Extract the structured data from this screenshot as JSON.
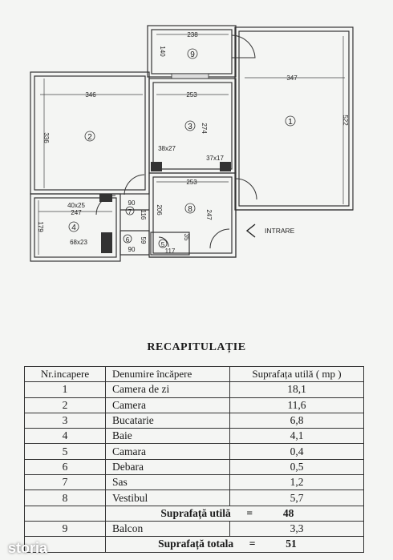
{
  "plan": {
    "rooms": [
      {
        "num": "1"
      },
      {
        "num": "2"
      },
      {
        "num": "3"
      },
      {
        "num": "4"
      },
      {
        "num": "5"
      },
      {
        "num": "6"
      },
      {
        "num": "7"
      },
      {
        "num": "8"
      },
      {
        "num": "9"
      }
    ],
    "dims": {
      "balcony_w": "238",
      "balcony_h": "140",
      "living_w": "347",
      "living_h": "522",
      "room2_w": "346",
      "room2_h": "336",
      "kitchen_w": "253",
      "kitchen_h": "274",
      "duct_kitchen": "38x27",
      "duct_hall": "37x17",
      "hall_w": "253",
      "hall_h1": "206",
      "hall_h2": "247",
      "bath_duct": "40x25",
      "bath_w": "247",
      "bath_h": "179",
      "bath_duct2": "68x23",
      "sas_w": "90",
      "sas_h": "116",
      "debara_w": "90",
      "debara_h": "59",
      "camara_w": "117",
      "camara_h": "35"
    },
    "entrance_label": "INTRARE"
  },
  "recap": {
    "title": "RECAPITULAȚIE",
    "headers": [
      "Nr.incapere",
      "Denumire încăpere",
      "Suprafața utilă ( mp )"
    ],
    "rows": [
      [
        "1",
        "Camera de zi",
        "18,1"
      ],
      [
        "2",
        "Camera",
        "11,6"
      ],
      [
        "3",
        "Bucatarie",
        "6,8"
      ],
      [
        "4",
        "Baie",
        "4,1"
      ],
      [
        "5",
        "Camara",
        "0,4"
      ],
      [
        "6",
        "Debara",
        "0,5"
      ],
      [
        "7",
        "Sas",
        "1,2"
      ],
      [
        "8",
        "Vestibul",
        "5,7"
      ]
    ],
    "util": {
      "label": "Suprafață utilă",
      "eq": "=",
      "value": "48"
    },
    "balcony_row": [
      "9",
      "Balcon",
      "3,3"
    ],
    "total": {
      "label": "Suprafață totala",
      "eq": "=",
      "value": "51"
    }
  },
  "watermark": "storia"
}
